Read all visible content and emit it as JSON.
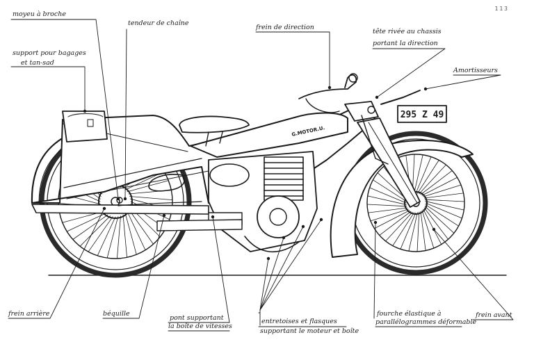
{
  "page_number": "113",
  "plate": "295 Z 49",
  "tank_text": "G.MOTOR.U.",
  "labels": {
    "moyeu": "moyeu à broche",
    "tendeur": "tendeur de chaîne",
    "frein_direction": "frein de direction",
    "tete_rivee_1": "tête rivée au chassis",
    "tete_rivee_2": "portant la direction",
    "support_1": "support pour bagages",
    "support_2": "et tan-sad",
    "amortisseurs": "Amortisseurs",
    "frein_arriere": "frein arrière",
    "bequille": "béquille",
    "pont_1": "pont supportant",
    "pont_2": "la boîte de vitesses",
    "entretoises_1": "entretoises et flasques",
    "entretoises_2": "supportant le moteur et boîte",
    "fourche_1": "fourche élastique à",
    "fourche_2": "parallélogrammes déformable",
    "frein_avant": "frein avant"
  }
}
